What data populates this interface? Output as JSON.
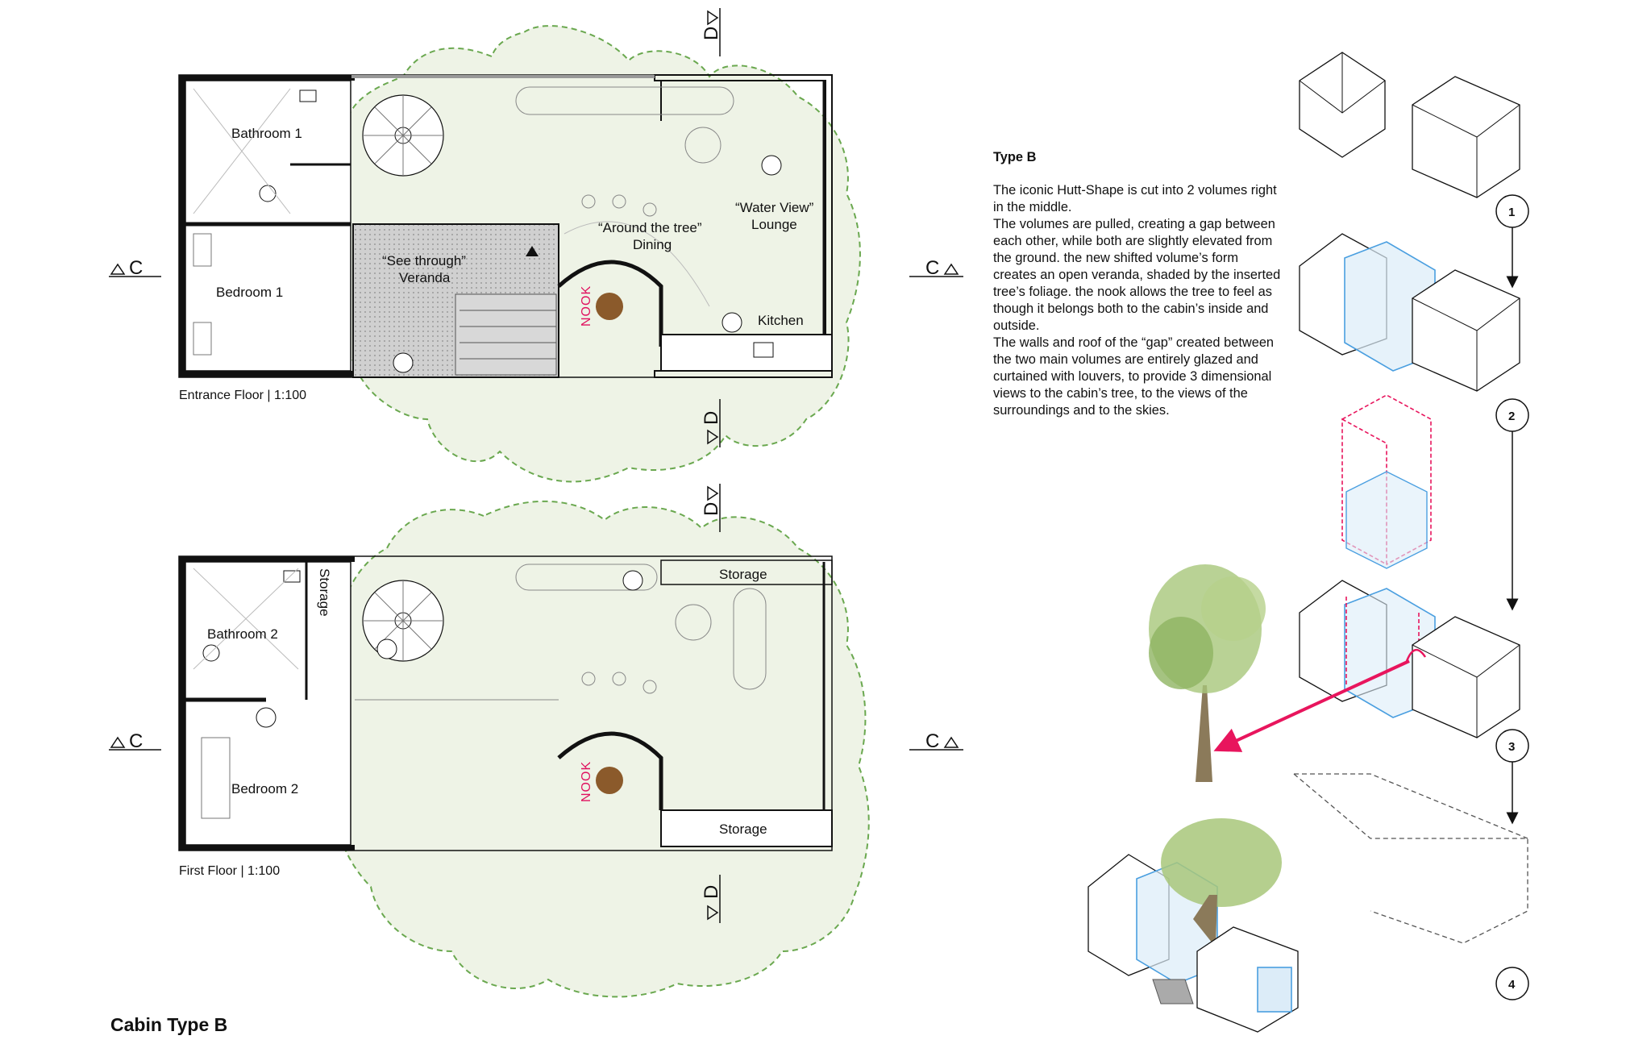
{
  "title": "Cabin Type B",
  "description": {
    "heading": "Type B",
    "paragraphs": [
      "The iconic Hutt-Shape is cut into 2 volumes right in the middle.",
      "The volumes are pulled, creating a gap between each other, while both are slightly elevated from the ground. the new shifted volume’s form creates an open veranda, shaded by the inserted tree’s foliage. the nook allows the tree to feel as though it belongs both to the cabin’s inside and outside.",
      "The walls and roof of the “gap” created between the two main volumes are entirely glazed and curtained with louvers, to provide 3 dimensional views to the cabin’s tree, to the views of the surroundings and to the skies."
    ]
  },
  "plans": {
    "entrance": {
      "caption": "Entrance Floor | 1:100",
      "rooms": {
        "bathroom": "Bathroom 1",
        "bedroom": "Bedroom 1",
        "veranda_1": "“See through”",
        "veranda_2": "Veranda",
        "dining_1": "“Around the tree”",
        "dining_2": "Dining",
        "lounge_1": "“Water View”",
        "lounge_2": "Lounge",
        "kitchen": "Kitchen",
        "nook": "NOOK"
      }
    },
    "first": {
      "caption": "First Floor | 1:100",
      "rooms": {
        "bathroom": "Bathroom 2",
        "bedroom": "Bedroom 2",
        "storage_side": "Storage",
        "storage_top": "Storage",
        "storage_bottom": "Storage",
        "nook": "NOOK"
      }
    }
  },
  "section_markers": {
    "c": "C",
    "d": "D"
  },
  "steps": [
    "1",
    "2",
    "3",
    "4"
  ],
  "colors": {
    "foliage": "#eef3e6",
    "foliage_outline": "#6aa84f",
    "glazing": "#4a9fe0",
    "cut": "#e8155d",
    "tree_trunk": "#8b5a2b",
    "hatch": "#c8c8c8"
  }
}
